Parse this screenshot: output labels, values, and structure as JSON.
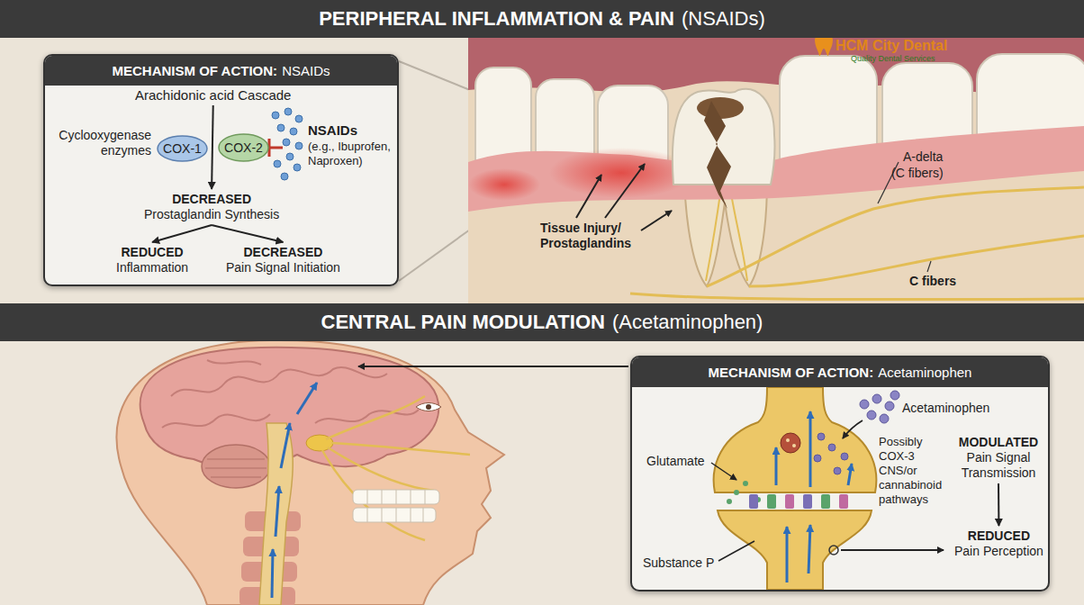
{
  "diagram": {
    "nodes": [
      {
        "text": [
          "PERIPHERAL INFLAMMATION & PAIN",
          "(NSAIDs)"
        ]
      },
      {
        "text": [
          "MECHANISM OF ACTION:",
          "NSAIDs"
        ]
      },
      {
        "text": [
          "Arachidonic acid Cascade"
        ],
        "in": 1
      },
      {
        "text": [
          "COX-1"
        ],
        "in": 1
      },
      {
        "text": [
          "COX-2"
        ],
        "in": 1
      },
      {
        "text": [
          "DECREASED",
          "Prostaglandin Synthesis"
        ],
        "in": 1
      },
      {
        "text": [
          "REDUCED",
          "Inflammation"
        ],
        "in": 1
      },
      {
        "text": [
          "DECREASED",
          "Pain Signal Initiation"
        ],
        "in": 1
      },
      {
        "text": [
          "CENTRAL PAIN MODULATION",
          "(Acetaminophen)"
        ]
      },
      {
        "text": [
          "MECHANISM OF ACTION:",
          "Acetaminophen"
        ]
      },
      {
        "text": [
          "MODULATED",
          "Pain Signal Transmission"
        ],
        "in": 9
      },
      {
        "text": [
          "REDUCED",
          "Pain Perception"
        ],
        "in": 9
      }
    ],
    "edges": [
      {
        "from": 2,
        "to": 5,
        "arrow": "to"
      },
      {
        "from": 5,
        "to": 6,
        "arrow": "to"
      },
      {
        "from": 5,
        "to": 7,
        "arrow": "to"
      },
      {
        "from": 10,
        "to": 11,
        "arrow": "to"
      }
    ],
    "labels": [
      "HCM City Dental",
      "Quality Dental Services",
      "Cyclooxygenase enzymes",
      "NSAIDs",
      "(e.g., Ibuprofen, Naproxen)",
      "Tissue Injury/ Prostaglandins",
      "A-delta",
      "(C fibers)",
      "C fibers",
      "Acetaminophen",
      "Glutamate",
      "Possibly COX-3 CNS/or cannabinoid pathways",
      "Substance P"
    ]
  }
}
